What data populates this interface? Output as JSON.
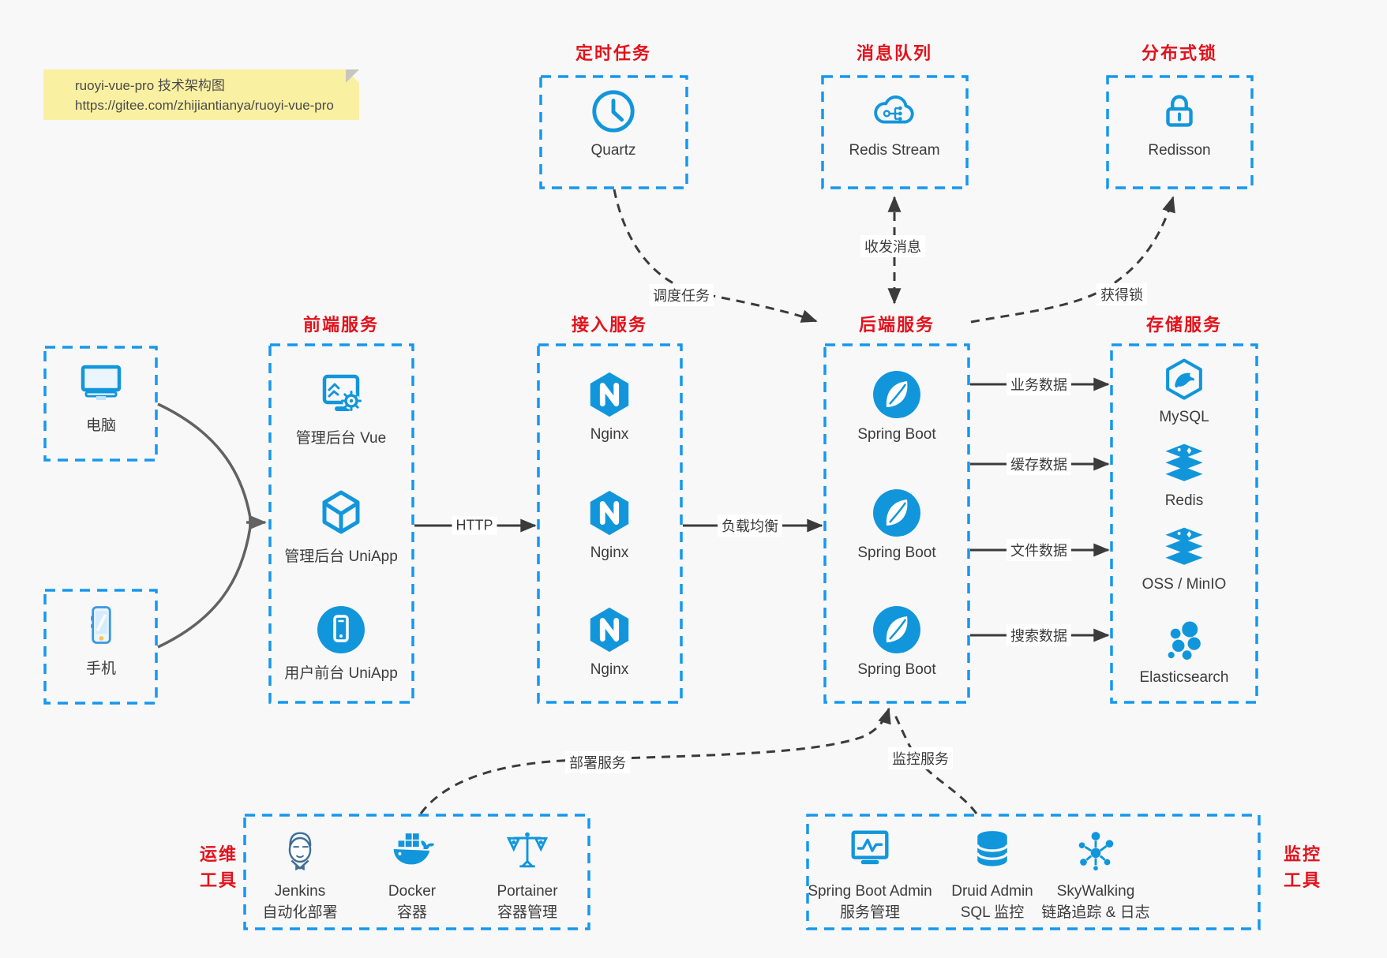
{
  "note": {
    "line1": "ruoyi-vue-pro 技术架构图",
    "line2": "https://gitee.com/zhijiantianya/ruoyi-vue-pro"
  },
  "colors": {
    "accent_blue": "#1296db",
    "dashed_border_blue": "#1697ee",
    "title_red": "#e2121b",
    "connector_dark": "#3b3b3b",
    "connector_gray": "#6a6a6a",
    "note_yellow": "#faf0a2"
  },
  "top_groups": [
    {
      "title": "定时任务",
      "item": {
        "icon": "clock-icon",
        "label": "Quartz"
      }
    },
    {
      "title": "消息队列",
      "item": {
        "icon": "cloud-network-icon",
        "label": "Redis Stream"
      }
    },
    {
      "title": "分布式锁",
      "item": {
        "icon": "lock-icon",
        "label": "Redisson"
      }
    }
  ],
  "clients": [
    {
      "icon": "desktop-icon",
      "label": "电脑"
    },
    {
      "icon": "phone-icon",
      "label": "手机"
    }
  ],
  "columns": [
    {
      "title": "前端服务",
      "items": [
        {
          "icon": "admin-vue-icon",
          "label": "管理后台 Vue"
        },
        {
          "icon": "uniapp-cube-icon",
          "label": "管理后台 UniApp"
        },
        {
          "icon": "user-app-icon",
          "label": "用户前台 UniApp"
        }
      ]
    },
    {
      "title": "接入服务",
      "items": [
        {
          "icon": "nginx-icon",
          "label": "Nginx"
        },
        {
          "icon": "nginx-icon",
          "label": "Nginx"
        },
        {
          "icon": "nginx-icon",
          "label": "Nginx"
        }
      ]
    },
    {
      "title": "后端服务",
      "items": [
        {
          "icon": "spring-boot-icon",
          "label": "Spring Boot"
        },
        {
          "icon": "spring-boot-icon",
          "label": "Spring Boot"
        },
        {
          "icon": "spring-boot-icon",
          "label": "Spring Boot"
        }
      ]
    },
    {
      "title": "存储服务",
      "items": [
        {
          "icon": "mysql-icon",
          "label": "MySQL"
        },
        {
          "icon": "redis-stack-icon",
          "label": "Redis"
        },
        {
          "icon": "oss-stack-icon",
          "label": "OSS / MinIO"
        },
        {
          "icon": "elasticsearch-icon",
          "label": "Elasticsearch"
        }
      ]
    }
  ],
  "edges": {
    "http": "HTTP",
    "load_balance": "负载均衡",
    "schedule": "调度任务",
    "message": "收发消息",
    "lock": "获得锁",
    "business_data": "业务数据",
    "cache_data": "缓存数据",
    "file_data": "文件数据",
    "search_data": "搜索数据",
    "deploy": "部署服务",
    "monitor": "监控服务"
  },
  "bottom_groups": [
    {
      "side_label": [
        "运维",
        "工具"
      ],
      "items": [
        {
          "icon": "jenkins-icon",
          "label": "Jenkins",
          "sublabel": "自动化部署"
        },
        {
          "icon": "docker-icon",
          "label": "Docker",
          "sublabel": "容器"
        },
        {
          "icon": "portainer-icon",
          "label": "Portainer",
          "sublabel": "容器管理"
        }
      ]
    },
    {
      "side_label": [
        "监控",
        "工具"
      ],
      "items": [
        {
          "icon": "springboot-admin-icon",
          "label": "Spring Boot Admin",
          "sublabel": "服务管理"
        },
        {
          "icon": "druid-icon",
          "label": "Druid Admin",
          "sublabel": "SQL 监控"
        },
        {
          "icon": "skywalking-icon",
          "label": "SkyWalking",
          "sublabel": "链路追踪 & 日志"
        }
      ]
    }
  ]
}
